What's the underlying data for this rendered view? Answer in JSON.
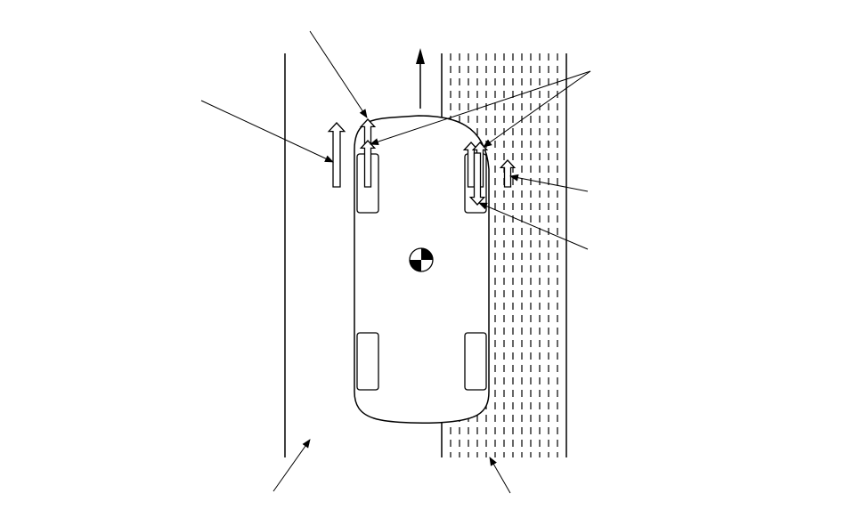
{
  "diagram": {
    "background": "#ffffff",
    "ink": "#000000",
    "elements": {
      "road_edge": "road-edge-line",
      "surface_zone": "low-friction-surface-zone",
      "vehicle": "vehicle-top-view",
      "center_of_mass": "center-of-mass-symbol",
      "travel_direction": "travel-direction-arrow",
      "force_arrows": "longitudinal-force-arrows",
      "leader_lines": "unlabeled-callout-leaders"
    }
  }
}
